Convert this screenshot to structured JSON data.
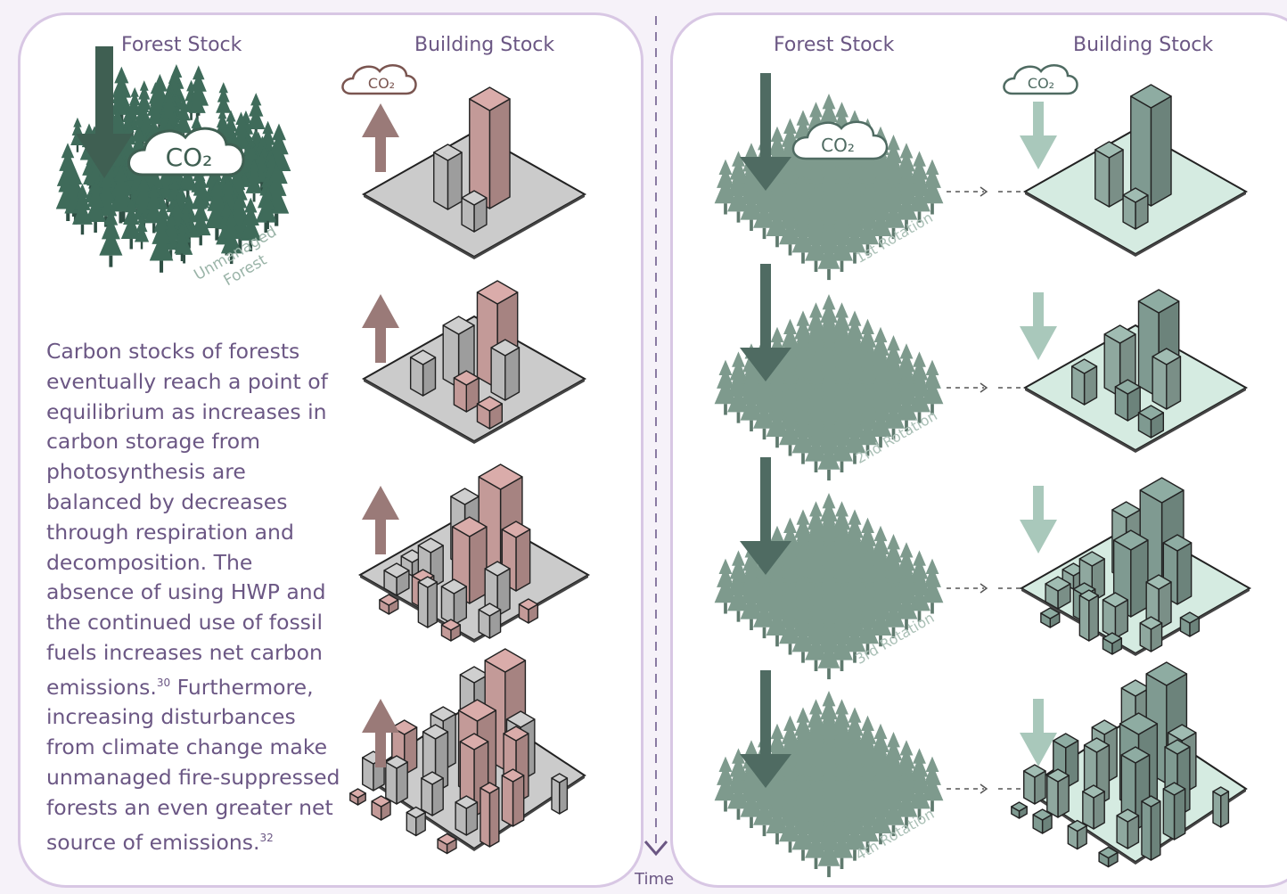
{
  "left_panel": {
    "forest_heading": "Forest Stock",
    "building_heading": "Building Stock",
    "forest_label_line1": "Unmanaged",
    "forest_label_line2": "Forest",
    "forest_co2": "CO₂",
    "building_co2": "CO₂",
    "paragraph": "Carbon stocks of forests eventually reach a point of equilibrium as increases in carbon storage from photosynthesis are balanced by decreases through respiration and decomposition. The absence of using HWP and the continued use of fossil fuels increases net carbon emissions.",
    "footnote_1": "30",
    "paragraph_cont": " Furthermore, increasing disturbances from climate change make unmanaged fire-suppressed forests an even greater net source of emissions.",
    "footnote_2": "32"
  },
  "right_panel": {
    "forest_heading": "Forest Stock",
    "building_heading": "Building Stock",
    "forest_co2": "CO₂",
    "building_co2": "CO₂",
    "rotations": [
      "1st Rotation",
      "2nd Rotation",
      "3rd Rotation",
      "4th Rotation"
    ]
  },
  "axis": {
    "time_label": "Time"
  },
  "colors": {
    "unmanaged_forest": "#3f6b5a",
    "managed_forest": "#7e9a8d",
    "emit_arrow": "#9a7a78",
    "store_arrow": "#a9c8bb",
    "left_building": "#c39a98",
    "right_building": "#7f9a91",
    "left_base": "#cbcbcb",
    "right_base": "#d5ebe1",
    "panel_border": "#d8c7e4",
    "text": "#6b5784"
  }
}
